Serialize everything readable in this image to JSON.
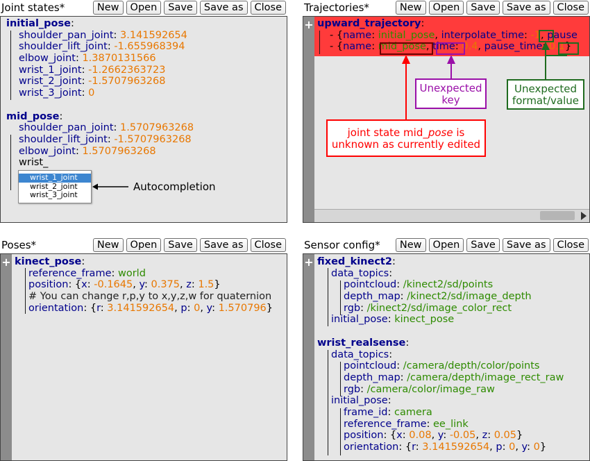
{
  "buttons": {
    "new": "New",
    "open": "Open",
    "save": "Save",
    "save_as": "Save as",
    "close": "Close"
  },
  "joint_states": {
    "title": "Joint states*",
    "lines": [
      [
        {
          "t": "initial_pose",
          "c": "kb"
        },
        {
          "t": ":",
          "c": "p"
        }
      ],
      [
        {
          "t": "shoulder_pan_joint",
          "c": "k"
        },
        {
          "t": ": ",
          "c": "p"
        },
        {
          "t": "3.141592654",
          "c": "n"
        }
      ],
      [
        {
          "t": "shoulder_lift_joint",
          "c": "k"
        },
        {
          "t": ": ",
          "c": "p"
        },
        {
          "t": "-1.655968394",
          "c": "n"
        }
      ],
      [
        {
          "t": "elbow_joint",
          "c": "k"
        },
        {
          "t": ": ",
          "c": "p"
        },
        {
          "t": "1.3870131566",
          "c": "n"
        }
      ],
      [
        {
          "t": "wrist_1_joint",
          "c": "k"
        },
        {
          "t": ": ",
          "c": "p"
        },
        {
          "t": "-1.2662363723",
          "c": "n"
        }
      ],
      [
        {
          "t": "wrist_2_joint",
          "c": "k"
        },
        {
          "t": ": ",
          "c": "p"
        },
        {
          "t": "-1.5707963268",
          "c": "n"
        }
      ],
      [
        {
          "t": "wrist_3_joint",
          "c": "k"
        },
        {
          "t": ": ",
          "c": "p"
        },
        {
          "t": "0",
          "c": "n"
        }
      ],
      [],
      [
        {
          "t": "mid_pose",
          "c": "kb"
        },
        {
          "t": ":",
          "c": "p"
        }
      ],
      [
        {
          "t": "shoulder_pan_joint",
          "c": "k"
        },
        {
          "t": ": ",
          "c": "p"
        },
        {
          "t": "1.5707963268",
          "c": "n"
        }
      ],
      [
        {
          "t": "shoulder_lift_joint",
          "c": "k"
        },
        {
          "t": ": ",
          "c": "p"
        },
        {
          "t": "-1.5707963268",
          "c": "n"
        }
      ],
      [
        {
          "t": "elbow_joint",
          "c": "k"
        },
        {
          "t": ": ",
          "c": "p"
        },
        {
          "t": "1.5707963268",
          "c": "n"
        }
      ],
      [
        {
          "t": "wrist_",
          "c": "p"
        }
      ]
    ],
    "autocomplete": [
      "wrist_1_joint",
      "wrist_2_joint",
      "wrist_3_joint"
    ],
    "annotation": "Autocompletion"
  },
  "trajectories": {
    "title": "Trajectories*",
    "lines": [
      [
        {
          "t": "upward_trajectory",
          "c": "kb"
        },
        {
          "t": ":",
          "c": "p"
        }
      ],
      [
        {
          "t": "- {",
          "c": "p"
        },
        {
          "t": "name",
          "c": "k"
        },
        {
          "t": ": ",
          "c": "p"
        },
        {
          "t": "initial_pose",
          "c": "s"
        },
        {
          "t": ", ",
          "c": "p"
        },
        {
          "t": "interpolate_time",
          "c": "k"
        },
        {
          "t": ": ",
          "c": "p"
        },
        {
          "t": "-1",
          "c": "n"
        },
        {
          "t": ", ",
          "c": "p"
        },
        {
          "t": "pause",
          "c": "k"
        }
      ],
      [
        {
          "t": "- {",
          "c": "p"
        },
        {
          "t": "name",
          "c": "k"
        },
        {
          "t": ": ",
          "c": "p"
        },
        {
          "t": "mid_pose",
          "c": "s"
        },
        {
          "t": ", ",
          "c": "p"
        },
        {
          "t": "time",
          "c": "k"
        },
        {
          "t": ": ",
          "c": "p"
        },
        {
          "t": "0.4",
          "c": "n"
        },
        {
          "t": ", ",
          "c": "p"
        },
        {
          "t": "pause_time",
          "c": "k"
        },
        {
          "t": ": ",
          "c": "p"
        },
        {
          "t": "0.1",
          "c": "n"
        },
        {
          "t": "}",
          "c": "p"
        }
      ]
    ],
    "annotations": {
      "key": "Unexpected\nkey",
      "format": "Unexpected\nformat/value",
      "unknown_a": "joint state mid_",
      "unknown_b": "pose",
      "unknown_c": " is",
      "unknown_d": "unknown as currently edited"
    }
  },
  "poses": {
    "title": "Poses*",
    "lines": [
      [
        {
          "t": "kinect_pose",
          "c": "kb"
        },
        {
          "t": ":",
          "c": "p"
        }
      ],
      [
        {
          "t": "reference_frame",
          "c": "k"
        },
        {
          "t": ": ",
          "c": "p"
        },
        {
          "t": "world",
          "c": "s"
        }
      ],
      [
        {
          "t": "position",
          "c": "k"
        },
        {
          "t": ": {",
          "c": "p"
        },
        {
          "t": "x",
          "c": "k"
        },
        {
          "t": ": ",
          "c": "p"
        },
        {
          "t": "-0.1645",
          "c": "n"
        },
        {
          "t": ", ",
          "c": "p"
        },
        {
          "t": "y",
          "c": "k"
        },
        {
          "t": ": ",
          "c": "p"
        },
        {
          "t": "0.375",
          "c": "n"
        },
        {
          "t": ", ",
          "c": "p"
        },
        {
          "t": "z",
          "c": "k"
        },
        {
          "t": ": ",
          "c": "p"
        },
        {
          "t": "1.5",
          "c": "n"
        },
        {
          "t": "}",
          "c": "p"
        }
      ],
      [
        {
          "t": "# You can change r,p,y to x,y,z,w for quaternion",
          "c": "c"
        }
      ],
      [
        {
          "t": "orientation",
          "c": "k"
        },
        {
          "t": ": {",
          "c": "p"
        },
        {
          "t": "r",
          "c": "k"
        },
        {
          "t": ": ",
          "c": "p"
        },
        {
          "t": "3.141592654",
          "c": "n"
        },
        {
          "t": ", ",
          "c": "p"
        },
        {
          "t": "p",
          "c": "k"
        },
        {
          "t": ": ",
          "c": "p"
        },
        {
          "t": "0",
          "c": "n"
        },
        {
          "t": ", ",
          "c": "p"
        },
        {
          "t": "y",
          "c": "k"
        },
        {
          "t": ": ",
          "c": "p"
        },
        {
          "t": "1.570796",
          "c": "n"
        },
        {
          "t": "}",
          "c": "p"
        }
      ]
    ]
  },
  "sensor_config": {
    "title": "Sensor config*",
    "lines": [
      [
        {
          "t": "fixed_kinect2",
          "c": "kb"
        },
        {
          "t": ":",
          "c": "p"
        }
      ],
      [
        {
          "t": "data_topics",
          "c": "k"
        },
        {
          "t": ":",
          "c": "p"
        }
      ],
      [
        {
          "t": "pointcloud",
          "c": "k"
        },
        {
          "t": ": ",
          "c": "p"
        },
        {
          "t": "/kinect2/sd/points",
          "c": "s"
        }
      ],
      [
        {
          "t": "depth_map",
          "c": "k"
        },
        {
          "t": ": ",
          "c": "p"
        },
        {
          "t": "/kinect2/sd/image_depth",
          "c": "s"
        }
      ],
      [
        {
          "t": "rgb",
          "c": "k"
        },
        {
          "t": ": ",
          "c": "p"
        },
        {
          "t": "/kinect2/sd/image_color_rect",
          "c": "s"
        }
      ],
      [
        {
          "t": "initial_pose",
          "c": "k"
        },
        {
          "t": ": ",
          "c": "p"
        },
        {
          "t": "kinect_pose",
          "c": "s"
        }
      ],
      [],
      [
        {
          "t": "wrist_realsense",
          "c": "kb"
        },
        {
          "t": ":",
          "c": "p"
        }
      ],
      [
        {
          "t": "data_topics",
          "c": "k"
        },
        {
          "t": ":",
          "c": "p"
        }
      ],
      [
        {
          "t": "pointcloud",
          "c": "k"
        },
        {
          "t": ": ",
          "c": "p"
        },
        {
          "t": "/camera/depth/color/points",
          "c": "s"
        }
      ],
      [
        {
          "t": "depth_map",
          "c": "k"
        },
        {
          "t": ": ",
          "c": "p"
        },
        {
          "t": "/camera/depth/image_rect_raw",
          "c": "s"
        }
      ],
      [
        {
          "t": "rgb",
          "c": "k"
        },
        {
          "t": ": ",
          "c": "p"
        },
        {
          "t": "/camera/color/image_raw",
          "c": "s"
        }
      ],
      [
        {
          "t": "initial_pose",
          "c": "k"
        },
        {
          "t": ":",
          "c": "p"
        }
      ],
      [
        {
          "t": "frame_id",
          "c": "k"
        },
        {
          "t": ": ",
          "c": "p"
        },
        {
          "t": "camera",
          "c": "s"
        }
      ],
      [
        {
          "t": "reference_frame",
          "c": "k"
        },
        {
          "t": ": ",
          "c": "p"
        },
        {
          "t": "ee_link",
          "c": "s"
        }
      ],
      [
        {
          "t": "position",
          "c": "k"
        },
        {
          "t": ": {",
          "c": "p"
        },
        {
          "t": "x",
          "c": "k"
        },
        {
          "t": ": ",
          "c": "p"
        },
        {
          "t": "0.08",
          "c": "n"
        },
        {
          "t": ", ",
          "c": "p"
        },
        {
          "t": "y",
          "c": "k"
        },
        {
          "t": ": ",
          "c": "p"
        },
        {
          "t": "-0.05",
          "c": "n"
        },
        {
          "t": ", ",
          "c": "p"
        },
        {
          "t": "z",
          "c": "k"
        },
        {
          "t": ": ",
          "c": "p"
        },
        {
          "t": "0.05",
          "c": "n"
        },
        {
          "t": "}",
          "c": "p"
        }
      ],
      [
        {
          "t": "orientation",
          "c": "k"
        },
        {
          "t": ": {",
          "c": "p"
        },
        {
          "t": "r",
          "c": "k"
        },
        {
          "t": ": ",
          "c": "p"
        },
        {
          "t": "3.141592654",
          "c": "n"
        },
        {
          "t": ", ",
          "c": "p"
        },
        {
          "t": "p",
          "c": "k"
        },
        {
          "t": ": ",
          "c": "p"
        },
        {
          "t": "0",
          "c": "n"
        },
        {
          "t": ", ",
          "c": "p"
        },
        {
          "t": "y",
          "c": "k"
        },
        {
          "t": ": ",
          "c": "p"
        },
        {
          "t": "0",
          "c": "n"
        },
        {
          "t": "}",
          "c": "p"
        }
      ]
    ]
  },
  "colors": {
    "error_highlight": "#ff3b3b",
    "annotation_red": "#ff0000",
    "annotation_purple": "#9a0fa8",
    "annotation_green": "#1f6b1f"
  }
}
